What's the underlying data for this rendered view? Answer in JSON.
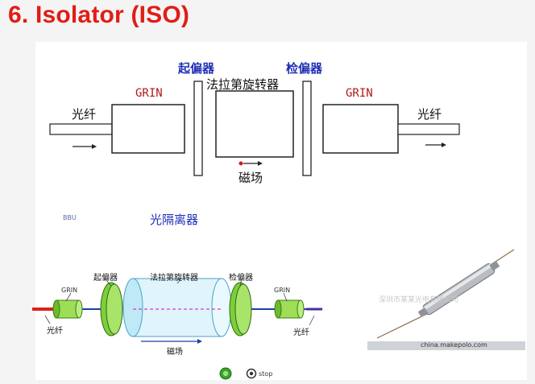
{
  "title": "6. Isolator (ISO)",
  "top_diagram": {
    "polarizer_label": "起偏器",
    "analyzer_label": "检偏器",
    "faraday_label": "法拉第旋转器",
    "grin_left": "GRIN",
    "grin_right": "GRIN",
    "fiber_left": "光纤",
    "fiber_right": "光纤",
    "magnetic_field": "磁场"
  },
  "bottom_diagram": {
    "logo_text": "BBU",
    "heading": "光隔离器",
    "grin_left": "GRIN",
    "grin_right": "GRIN",
    "polarizer_label": "起偏器",
    "faraday_label": "法拉第旋转器",
    "analyzer_label": "检偏器",
    "fiber_left": "光纤",
    "fiber_right": "光纤",
    "magnetic_field": "磁场"
  },
  "photo": {
    "watermark": "深圳市某某光电有限公司",
    "caption": "china.makepolo.com"
  },
  "controls": {
    "stop_label": "stop"
  },
  "colors": {
    "title": "#e21c16",
    "label_blue": "#1f2fb6",
    "grin_red": "#b01818",
    "lens_green": "#7dcf3a",
    "cylinder_cyan": "#bfe9f6"
  }
}
